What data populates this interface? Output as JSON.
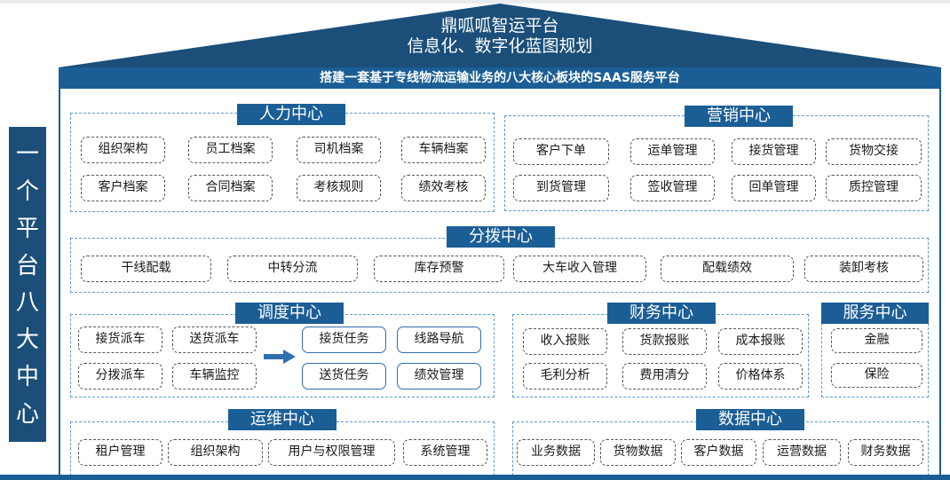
{
  "header": {
    "title_line1": "鼎呱呱智运平台",
    "title_line2": "信息化、数字化蓝图规划",
    "banner_prefix": "搭建一套基于专线物流运输业务的",
    "banner_bold1": "八大核心板块",
    "banner_mid": "的",
    "banner_bold2": "SAAS服务平台"
  },
  "side_label": [
    "一",
    "个",
    "平",
    "台",
    "八",
    "大",
    "中",
    "心"
  ],
  "sections": {
    "hr": {
      "title": "人力中心",
      "items": [
        "组织架构",
        "员工档案",
        "司机档案",
        "车辆档案",
        "客户档案",
        "合同档案",
        "考核规则",
        "绩效考核"
      ]
    },
    "marketing": {
      "title": "营销中心",
      "items": [
        "客户下单",
        "运单管理",
        "接货管理",
        "货物交接",
        "到货管理",
        "签收管理",
        "回单管理",
        "质控管理"
      ]
    },
    "distribution": {
      "title": "分拨中心",
      "items": [
        "干线配载",
        "中转分流",
        "库存预警",
        "大车收入管理",
        "配载绩效",
        "装卸考核"
      ]
    },
    "dispatch": {
      "title": "调度中心",
      "left_items": [
        "接货派车",
        "送货派车",
        "分拨派车",
        "车辆监控"
      ],
      "right_items": [
        "接货任务",
        "线路导航",
        "送货任务",
        "绩效管理"
      ]
    },
    "finance": {
      "title": "财务中心",
      "items": [
        "收入报账",
        "货款报账",
        "成本报账",
        "毛利分析",
        "费用清分",
        "价格体系"
      ]
    },
    "service": {
      "title": "服务中心",
      "items": [
        "金融",
        "保险"
      ]
    },
    "ops": {
      "title": "运维中心",
      "items": [
        "租户管理",
        "组织架构",
        "用户与权限管理",
        "系统管理"
      ]
    },
    "data": {
      "title": "数据中心",
      "items": [
        "业务数据",
        "货物数据",
        "客户数据",
        "运营数据",
        "财务数据"
      ]
    }
  },
  "colors": {
    "primary": "#1b5e96",
    "roof": "#1b4f7a",
    "dashed_border": "#5b9bd5",
    "arrow": "#2f6fb0"
  }
}
